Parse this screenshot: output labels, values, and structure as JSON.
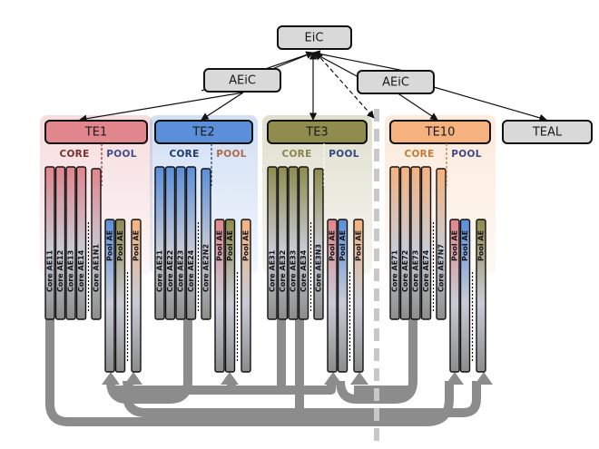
{
  "title": "Editorial hierarchy and pool reviewer flow",
  "top": {
    "label": "EiC"
  },
  "associates": [
    {
      "label": "AEiC"
    },
    {
      "label": "AEiC"
    }
  ],
  "teal": {
    "label": "TEAL"
  },
  "section_labels": {
    "core": "CORE",
    "pool": "POOL"
  },
  "colors": {
    "red": "#e0868c",
    "blue": "#5b8fd9",
    "olive": "#8f8c4e",
    "orange": "#f5b27e",
    "grey_box": "#d9d9d9",
    "flow": "#8c8c8c",
    "divider": "#c8c8c8"
  },
  "teams": [
    {
      "name": "TE1",
      "color_key": "red",
      "core_members": [
        "Core AE11",
        "Core AE12",
        "Core AE13",
        "Core AE14"
      ],
      "core_last": "Core AE1N1",
      "pool_members": [
        {
          "label": "Pool AE",
          "color_key": "blue"
        },
        {
          "label": "Pool AE",
          "color_key": "olive"
        },
        {
          "label": "Pool AE",
          "color_key": "orange"
        }
      ]
    },
    {
      "name": "TE2",
      "color_key": "blue",
      "core_members": [
        "Core AE21",
        "Core AE22",
        "Core AE23",
        "Core AE24"
      ],
      "core_last": "Core AE2N2",
      "pool_members": [
        {
          "label": "Pool AE",
          "color_key": "red"
        },
        {
          "label": "Pool AE",
          "color_key": "olive"
        },
        {
          "label": "Pool AE",
          "color_key": "orange"
        }
      ]
    },
    {
      "name": "TE3",
      "color_key": "olive",
      "core_members": [
        "Core AE31",
        "Core AE32",
        "Core AE33",
        "Core AE34"
      ],
      "core_last": "Core AE3N3",
      "pool_members": [
        {
          "label": "Pool AE",
          "color_key": "red"
        },
        {
          "label": "Pool AE",
          "color_key": "blue"
        },
        {
          "label": "Pool AE",
          "color_key": "orange"
        }
      ]
    },
    {
      "name": "TE10",
      "color_key": "orange",
      "core_members": [
        "Core AE71",
        "Core AE72",
        "Core AE73",
        "Core AE74"
      ],
      "core_last": "Core AE7N7",
      "pool_members": [
        {
          "label": "Pool AE",
          "color_key": "red"
        },
        {
          "label": "Pool AE",
          "color_key": "blue"
        },
        {
          "label": "Pool AE",
          "color_key": "olive"
        }
      ]
    }
  ]
}
